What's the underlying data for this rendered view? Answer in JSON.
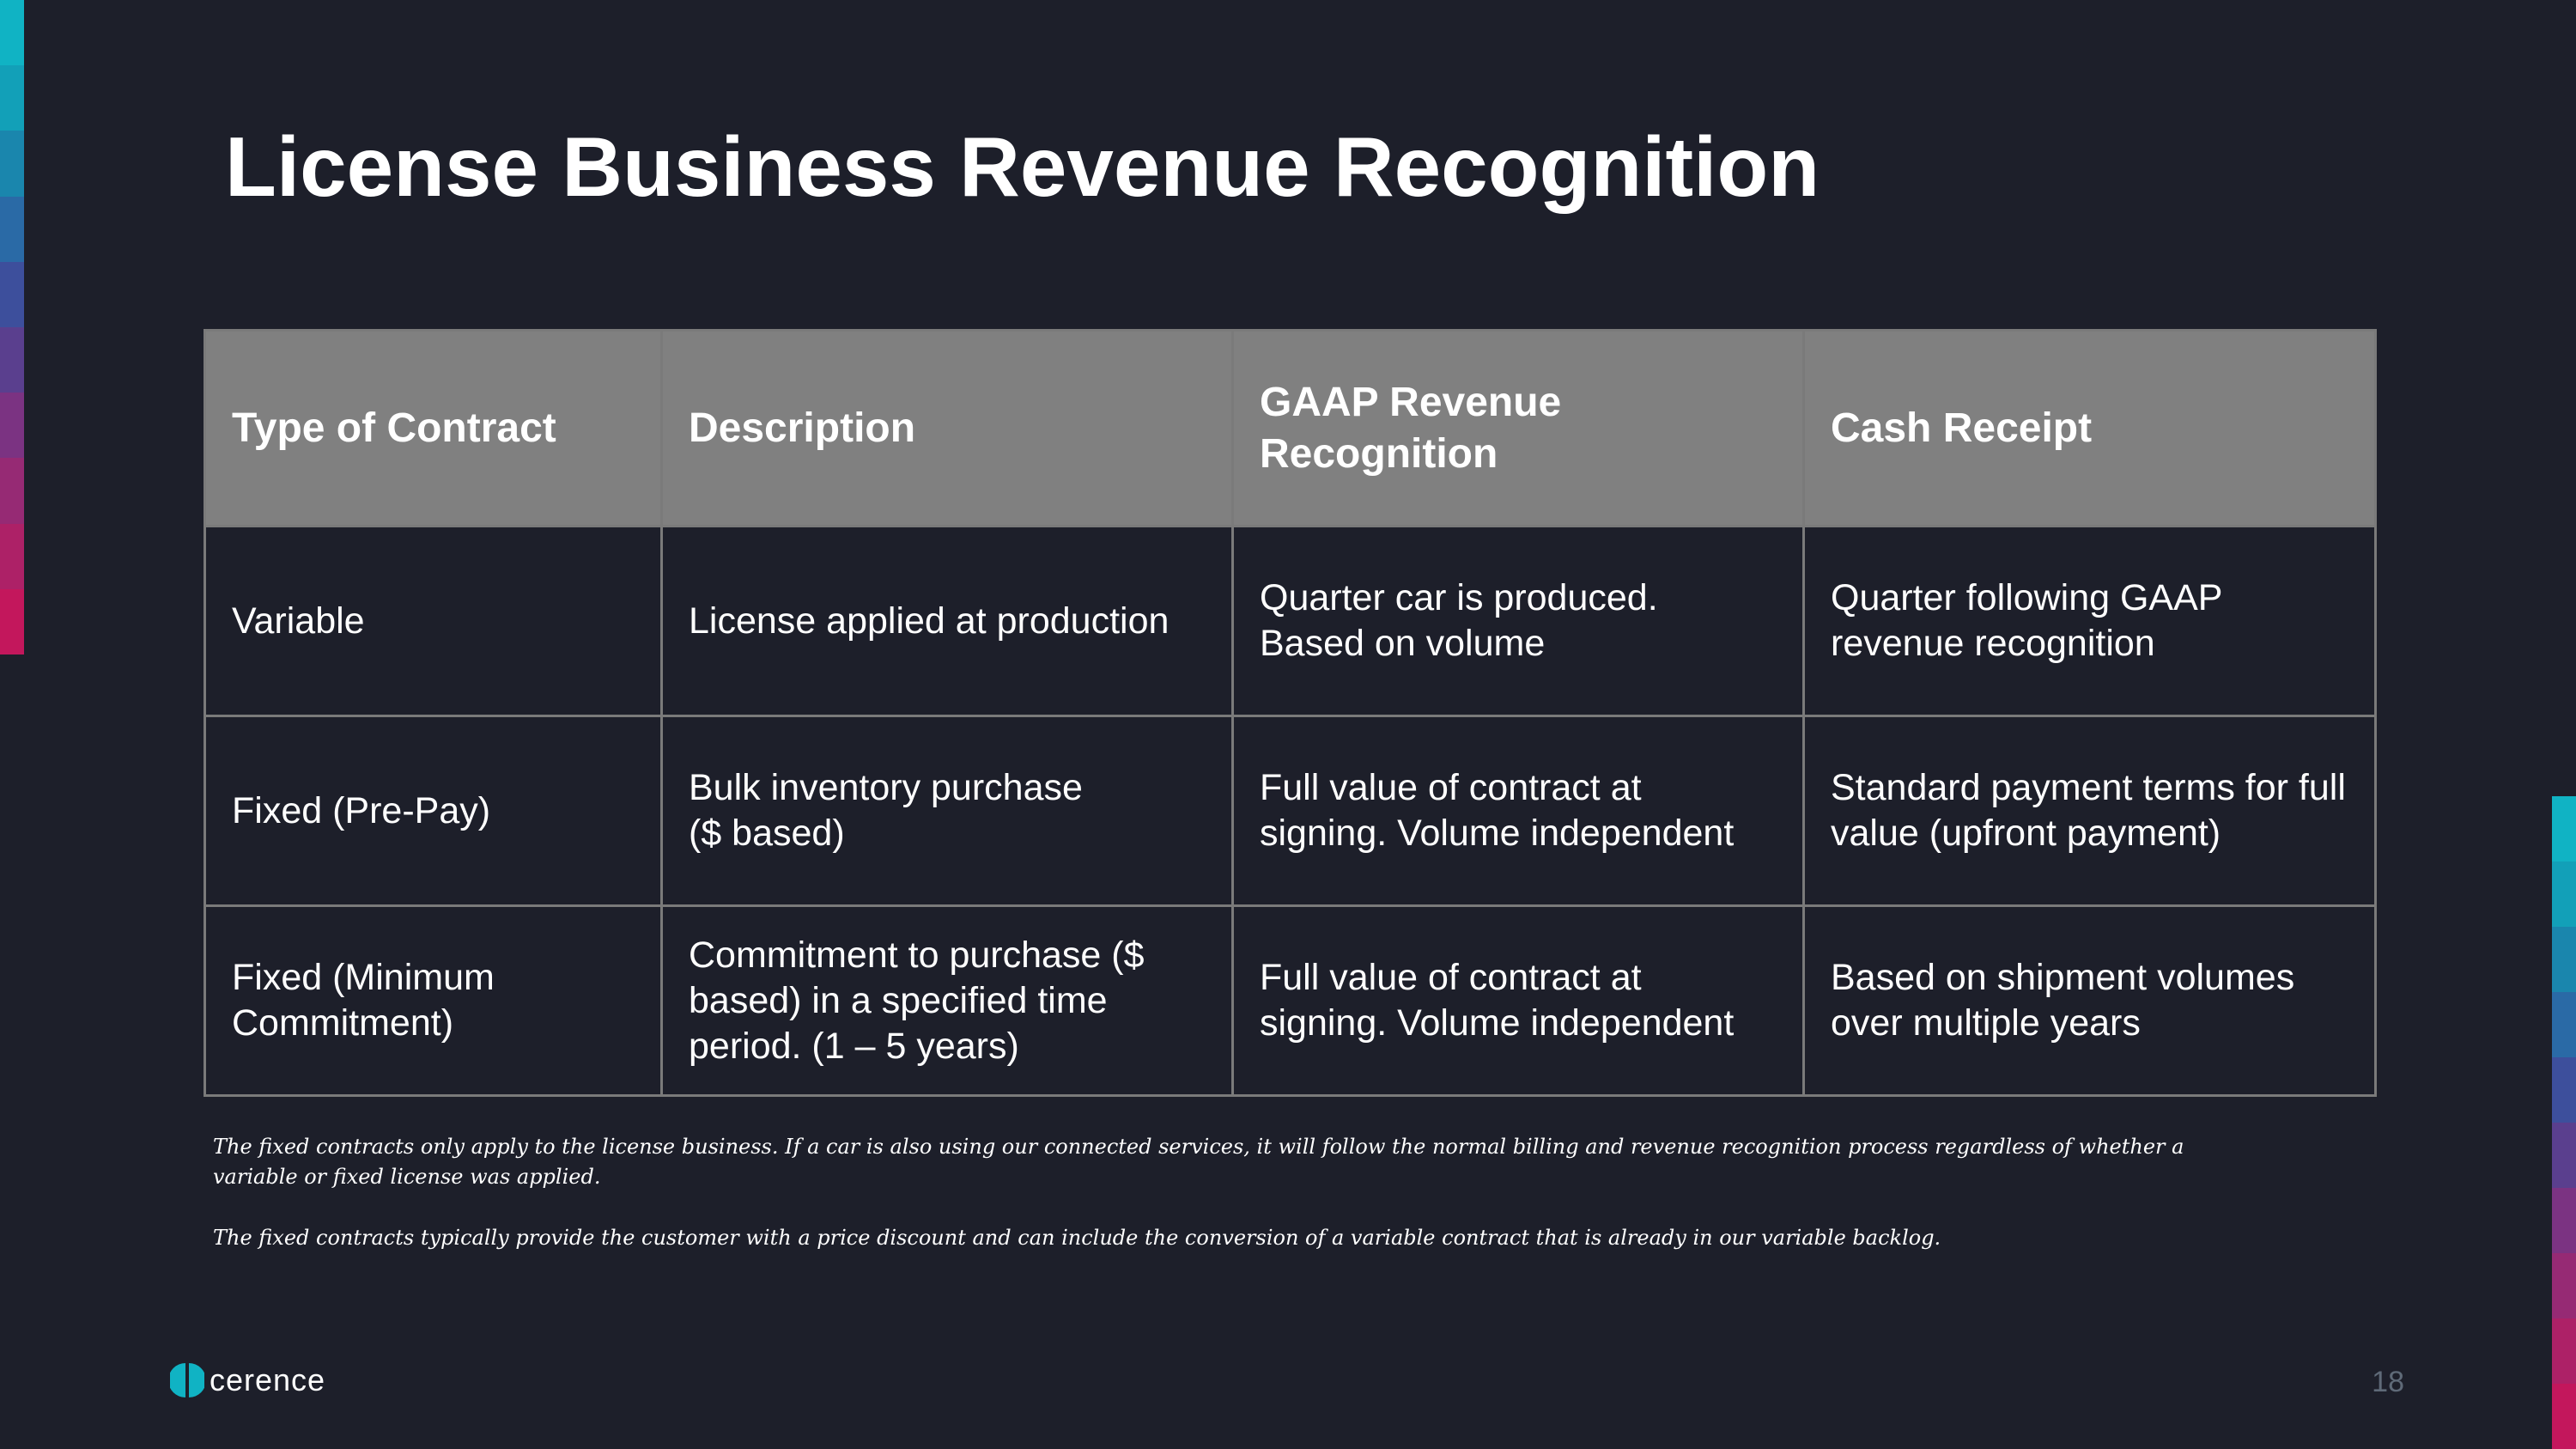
{
  "title": "License Business Revenue Recognition",
  "colors": {
    "background": "#1d1f2a",
    "header_fill": "#808080",
    "border": "#7a7a7a",
    "stripe": [
      "#10b3c4",
      "#12a0b8",
      "#1a86ad",
      "#2a6aa6",
      "#3d4f9c",
      "#5a3f8e",
      "#7b3382",
      "#962a74",
      "#ad2167",
      "#c3175c"
    ]
  },
  "table": {
    "headers": [
      "Type of Contract",
      "Description",
      "GAAP Revenue Recognition",
      "Cash Receipt"
    ],
    "rows": [
      [
        "Variable",
        "License applied at production",
        "Quarter car is produced. Based on volume",
        "Quarter following GAAP revenue recognition"
      ],
      [
        "Fixed (Pre-Pay)",
        "Bulk inventory purchase ($ based)",
        "Full value of contract at signing. Volume independent",
        "Standard payment terms for full value (upfront payment)"
      ],
      [
        "Fixed (Minimum Commitment)",
        "Commitment to purchase ($ based) in a specified time period. (1 – 5 years)",
        "Full value of contract at signing. Volume independent",
        "Based on shipment volumes over multiple years"
      ]
    ]
  },
  "footnotes": [
    "The fixed contracts only apply to the license business. If a car is also using our connected services, it will follow the normal billing and revenue recognition process regardless of whether a variable or fixed license was applied.",
    "The fixed contracts typically provide the customer with a price discount and can include the conversion of a variable contract that is already in our variable backlog."
  ],
  "logo": {
    "text": "cerence",
    "icon": "cerence-logo-icon"
  },
  "page_number": "18"
}
